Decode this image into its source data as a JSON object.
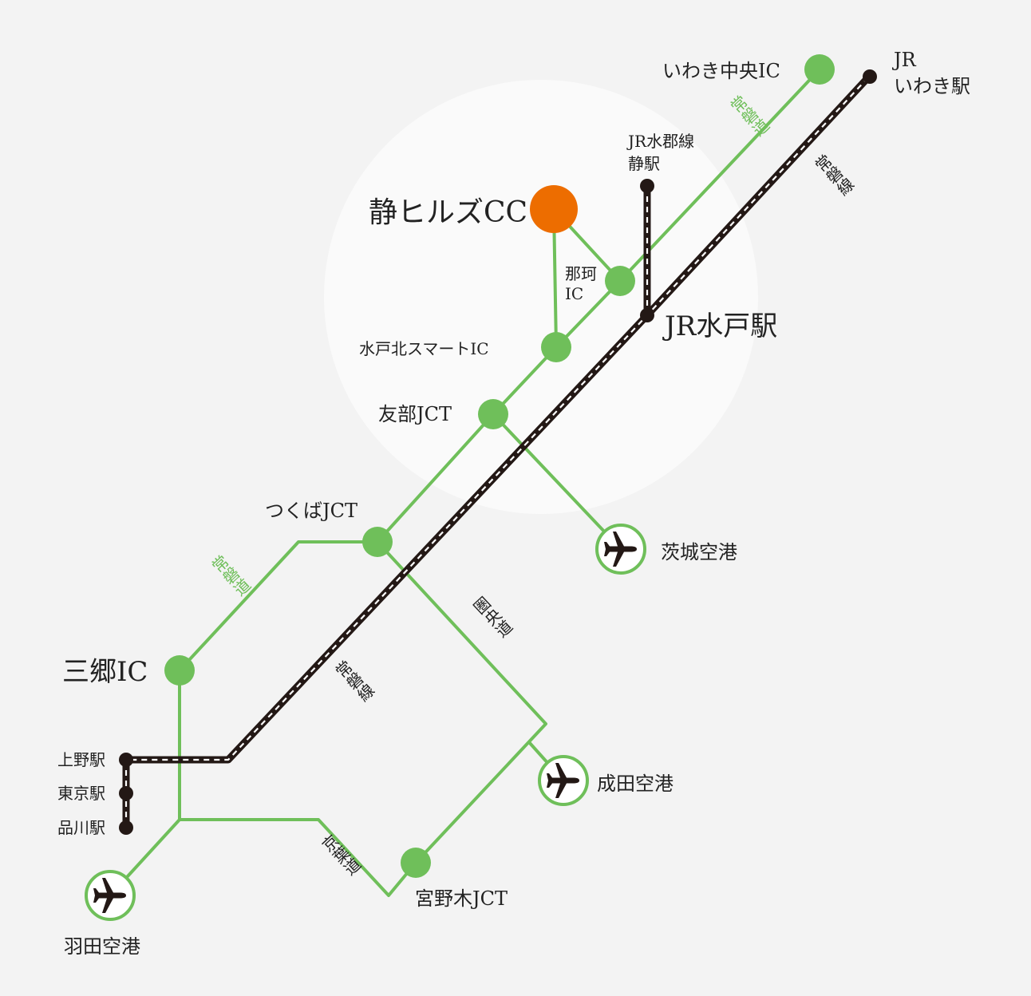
{
  "colors": {
    "background": "#f3f3f3",
    "highlight_circle": "#fafafa",
    "expressway": "#6fbf5a",
    "railway": "#231815",
    "rail_dash": "#ffffff",
    "destination": "#ed6d00",
    "text": "#222222"
  },
  "destination": {
    "name": "静ヒルズCC"
  },
  "stations": {
    "iwaki_top": "JR",
    "iwaki_bottom": "いわき駅",
    "shizu_top": "JR水郡線",
    "shizu_bottom": "静駅",
    "mito": "JR水戸駅",
    "ueno": "上野駅",
    "tokyo": "東京駅",
    "shinagawa": "品川駅"
  },
  "interchanges": {
    "iwaki_chuo": "いわき中央IC",
    "naka_top": "那珂",
    "naka_bottom": "IC",
    "mito_kita": "水戸北スマートIC",
    "tomobe": "友部JCT",
    "tsukuba": "つくばJCT",
    "misato": "三郷IC",
    "miyanogi": "宮野木JCT"
  },
  "airports": {
    "ibaraki": "茨城空港",
    "narita": "成田空港",
    "haneda": "羽田空港",
    "icon": "airplane-icon"
  },
  "routes": {
    "joban_expressway": "常磐道",
    "joban_line": "常磐線",
    "ken_o_do": "圏央道",
    "keiyo_do": "京葉道"
  }
}
